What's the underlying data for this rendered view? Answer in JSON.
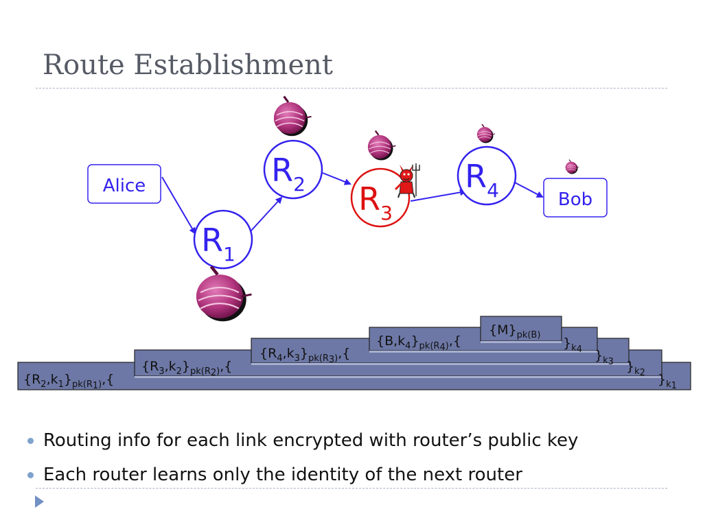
{
  "slide": {
    "title": "Route Establishment"
  },
  "diagram": {
    "alice": "Alice",
    "bob": "Bob",
    "routers": [
      {
        "base": "R",
        "sub": "1"
      },
      {
        "base": "R",
        "sub": "2"
      },
      {
        "base": "R",
        "sub": "3"
      },
      {
        "base": "R",
        "sub": "4"
      }
    ],
    "compromised_router": "R3",
    "colors": {
      "node": "#3322ee",
      "compromised": "#dd1111",
      "onion": "#b0347c",
      "layer_fill": "#6d78a6",
      "layer_inner": "#a8b0d0"
    }
  },
  "layers": [
    {
      "pre": "{R",
      "a": "2",
      "mid": ",k",
      "b": "1",
      "post": "}",
      "key": "pk(R",
      "keysub": "1",
      "keyend": ")",
      "tail": ",{",
      "close": "}",
      "closek": "k",
      "closesub": "1"
    },
    {
      "pre": "{R",
      "a": "3",
      "mid": ",k",
      "b": "2",
      "post": "}",
      "key": "pk(R",
      "keysub": "2",
      "keyend": ")",
      "tail": ",{",
      "close": "}",
      "closek": "k",
      "closesub": "2"
    },
    {
      "pre": "{R",
      "a": "4",
      "mid": ",k",
      "b": "3",
      "post": "}",
      "key": "pk(R",
      "keysub": "3",
      "keyend": ")",
      "tail": ",{",
      "close": "}",
      "closek": "k",
      "closesub": "3"
    },
    {
      "pre": "{B,k",
      "a": "",
      "mid": "",
      "b": "4",
      "post": "}",
      "key": "pk(R",
      "keysub": "4",
      "keyend": ")",
      "tail": ",{",
      "close": "}",
      "closek": "k",
      "closesub": "4"
    },
    {
      "pre": "{M}",
      "key": "pk(B)"
    }
  ],
  "bullets": [
    "Routing info for each link encrypted with router’s public key",
    "Each router learns only the identity of the next router"
  ]
}
